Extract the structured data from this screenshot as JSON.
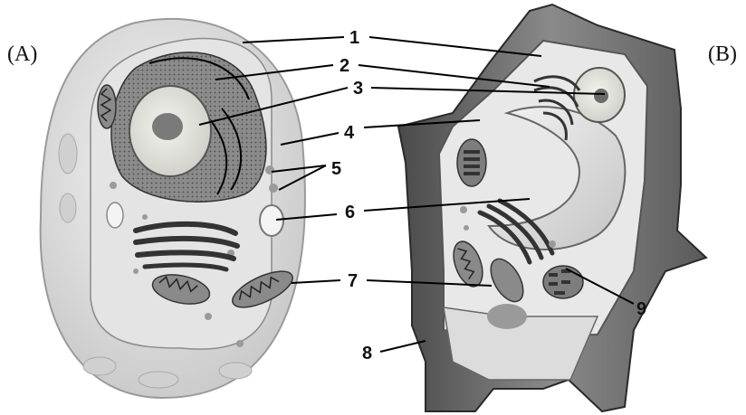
{
  "panel_labels": {
    "left": "(A)",
    "right": "(B)"
  },
  "callouts": [
    "1",
    "2",
    "3",
    "4",
    "5",
    "6",
    "7",
    "8",
    "9"
  ]
}
